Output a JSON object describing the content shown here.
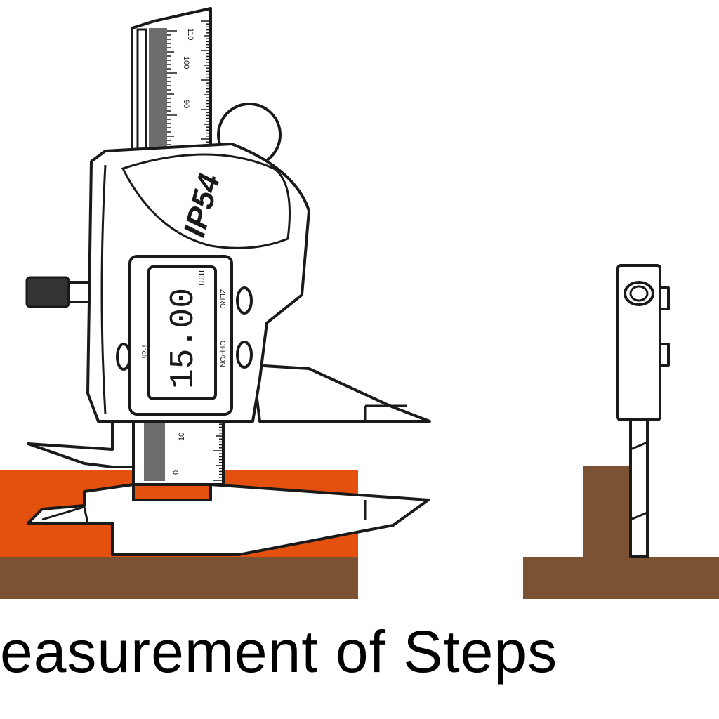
{
  "caption": "easurement of Steps",
  "gauge": {
    "badge": "IP54",
    "display_value": "15.00",
    "unit": "mm",
    "buttons": {
      "zero": "ZERO",
      "onoff": "OFF/ON",
      "unit": "inch"
    },
    "scale_upper": [
      "110",
      "100",
      "90"
    ],
    "scale_lower": [
      "0",
      "10"
    ]
  },
  "colors": {
    "workpiece_orange": "#e4510e",
    "base_brown": "#7b5234",
    "outline": "#1a1a1a"
  }
}
